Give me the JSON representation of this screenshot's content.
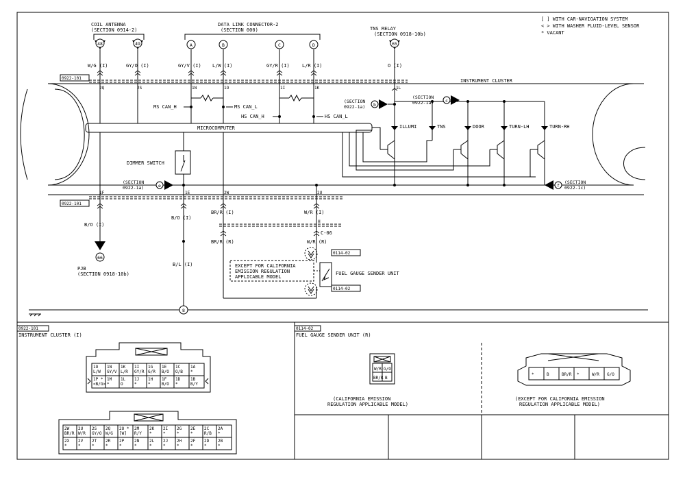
{
  "legend": {
    "brackets": "[ ] WITH CAR-NAVIGATION SYSTEM",
    "angles": "< > WITH  WASHER FLUID-LEVEL SENSOR",
    "vacant": "*  VACANT"
  },
  "coil_antenna": {
    "title": "COIL ANTENNA",
    "section": "(SECTION 0914-2)"
  },
  "dlc": {
    "title": "DATA LINK CONNECTOR-2",
    "section": "(SECTION 000)"
  },
  "tns_relay": {
    "title": "TNS RELAY",
    "section": "(SECTION 0918-10b)"
  },
  "pjb": {
    "title": "PJB",
    "section": "(SECTION 0918-10b)"
  },
  "refs": {
    "r48": "48",
    "r49": "49",
    "r65": "65",
    "r66": "66",
    "a": "A",
    "b": "B",
    "c": "C",
    "d": "D",
    "g8": "8"
  },
  "wires": {
    "w_2q": "W/G (I)",
    "w_2s": "GY/O (I)",
    "w_1n": "GY/V (I)",
    "w_1o": "L/W (I)",
    "w_1i": "GY/R (I)",
    "w_1k": "L/R (I)",
    "w_1l": "O (I)",
    "w_1f": "B/O (I)",
    "w_1e": "B/O (I)",
    "w_1e2": "B/L (I)",
    "w_2w": "BR/R (I)",
    "w_2w2": "BR/R (R)",
    "w_2u": "W/R (I)",
    "w_2u2": "W/R (R)"
  },
  "pins": {
    "p2q": "2Q",
    "p2s": "2S",
    "p1n": "1N",
    "p1o": "1O",
    "p1i": "1I",
    "p1k": "1K",
    "p1l": "1L",
    "p1f": "1F",
    "p1e": "1E",
    "p2w": "2W",
    "p2u": "2U",
    "ph": "H"
  },
  "connectors": {
    "top": "0922-101",
    "bottom": "0922-101",
    "c06": "C-06",
    "s1": "0114-02",
    "s2": "0114-02"
  },
  "cluster": {
    "title": "INSTRUMENT CLUSTER",
    "micro": "MICROCOMPUTER"
  },
  "can": {
    "ms_h": "MS CAN_H",
    "ms_l": "MS CAN_L",
    "hs_h": "HS CAN_H",
    "hs_l": "HS CAN_L"
  },
  "sections": {
    "b_line1": "(SECTION",
    "b_line2": "0922-1a)",
    "c_line1": "(SECTION",
    "c_line2": "0922-1a)",
    "e_line1": "(SECTION",
    "e_line2": "0922-1a)",
    "f_line1": "(SECTION",
    "f_line2": "0922-1c)",
    "b": "b",
    "c": "c",
    "e": "e",
    "f": "f"
  },
  "lamps": {
    "illumi": "ILLUMI",
    "tns": "TNS",
    "door": "DOOR",
    "turn_lh": "TURN-LH",
    "turn_rh": "TURN-RH"
  },
  "dimmer": "DIMMER SWITCH",
  "sender": {
    "label": "FUEL GAUGE SENDER UNIT",
    "except1": "EXCEPT FOR CALIFORNIA",
    "except2": "EMISSION REGULATION",
    "except3": "APPLICABLE MODEL"
  },
  "bottom": {
    "left_code": "0922-101",
    "left_title": "INSTRUMENT CLUSTER (I)",
    "right_code": "0114-02",
    "right_title": "FUEL GAUGE SENDER UNIT (R)",
    "cal1": "(CALIFORNIA EMISSION",
    "cal2": "REGULATION APPLICABLE MODEL)",
    "ex1": "(EXCEPT FOR CALIFORNIA EMISSION",
    "ex2": "REGULATION APPLICABLE MODEL)"
  },
  "conn_upper": {
    "row1": [
      [
        "1O",
        "L/W"
      ],
      [
        "1N",
        "GY/V"
      ],
      [
        "1K",
        "L/R"
      ],
      [
        "1I",
        "GY/R"
      ],
      [
        "1G",
        "G/R"
      ],
      [
        "1E",
        "B/O"
      ],
      [
        "1C",
        "O/B"
      ],
      [
        "1A",
        "*"
      ]
    ],
    "row2": [
      [
        "1P *",
        "<B/G>"
      ],
      [
        "1M",
        "*"
      ],
      [
        "1L",
        "O"
      ],
      [
        "1J",
        "*"
      ],
      [
        "1H",
        "*"
      ],
      [
        "1F",
        "B/O"
      ],
      [
        "1D",
        "*"
      ],
      [
        "1B",
        "B/Y"
      ]
    ]
  },
  "conn_lower": {
    "row1": [
      [
        "2W",
        "BR/R"
      ],
      [
        "2U",
        "W/R"
      ],
      [
        "2S",
        "GY/O"
      ],
      [
        "2Q",
        "W/G"
      ],
      [
        "2O *",
        "[W]"
      ],
      [
        "2M",
        "R/Y"
      ],
      [
        "2K",
        "*"
      ],
      [
        "2I",
        "*"
      ],
      [
        "2G",
        "*"
      ],
      [
        "2E",
        "*"
      ],
      [
        "2C",
        "R/B"
      ],
      [
        "2A",
        "*"
      ]
    ],
    "row2": [
      [
        "2X",
        "*"
      ],
      [
        "2V",
        "*"
      ],
      [
        "2T",
        "*"
      ],
      [
        "2R",
        "*"
      ],
      [
        "2P",
        "*"
      ],
      [
        "2N",
        "*"
      ],
      [
        "2L",
        "*"
      ],
      [
        "2J",
        "*"
      ],
      [
        "2H",
        "*"
      ],
      [
        "2F",
        "*"
      ],
      [
        "2D",
        "*"
      ],
      [
        "2B",
        "*"
      ]
    ]
  },
  "sender_conn": {
    "r1": [
      "W/R",
      "G/O"
    ],
    "r2": [
      "BR/R",
      "B"
    ]
  },
  "sender_conn2": [
    "*",
    "B",
    "BR/R",
    "*",
    "W/R",
    "G/O"
  ]
}
